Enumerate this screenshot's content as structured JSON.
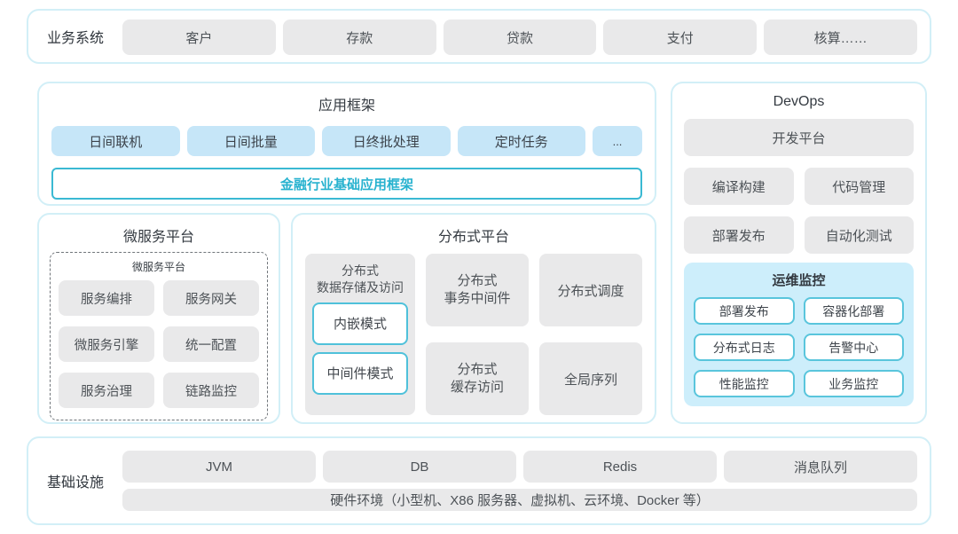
{
  "business": {
    "label": "业务系统",
    "items": [
      "客户",
      "存款",
      "贷款",
      "支付",
      "核算……"
    ]
  },
  "app_framework": {
    "title": "应用框架",
    "items": [
      "日间联机",
      "日间批量",
      "日终批处理",
      "定时任务",
      "..."
    ],
    "base_bar": "金融行业基础应用框架"
  },
  "devops": {
    "title": "DevOps",
    "dev_platform": "开发平台",
    "items": [
      "编译构建",
      "代码管理",
      "部署发布",
      "自动化测试"
    ],
    "ops_monitor": {
      "title": "运维监控",
      "items": [
        "部署发布",
        "容器化部署",
        "分布式日志",
        "告警中心",
        "性能监控",
        "业务监控"
      ]
    }
  },
  "microservice": {
    "title": "微服务平台",
    "inner_title": "微服务平台",
    "items": [
      "服务编排",
      "服务网关",
      "微服务引擎",
      "统一配置",
      "服务治理",
      "链路监控"
    ]
  },
  "distributed": {
    "title": "分布式平台",
    "storage_label": "分布式\n数据存储及访问",
    "modes": [
      "内嵌模式",
      "中间件模式"
    ],
    "tx_middleware": "分布式\n事务中间件",
    "schedule": "分布式调度",
    "cache_access": "分布式\n缓存访问",
    "global_sequence": "全局序列"
  },
  "infrastructure": {
    "label": "基础设施",
    "items": [
      "JVM",
      "DB",
      "Redis",
      "消息队列"
    ],
    "hardware": "硬件环境（小型机、X86 服务器、虚拟机、云环境、Docker 等）"
  },
  "colors": {
    "accent_teal": "#27b2cf",
    "panel_border": "#d2eff7",
    "box_gray": "#e9e9ea",
    "box_blue": "#c6e6f8",
    "ops_panel_bg": "#cdeefb",
    "mode_border": "#4fc1da"
  }
}
